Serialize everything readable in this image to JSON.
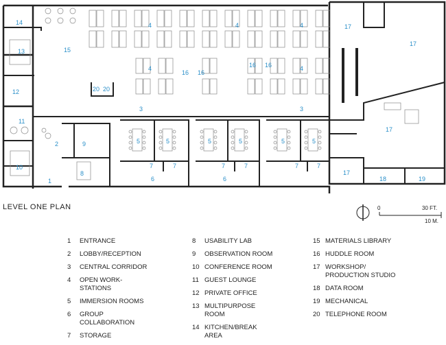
{
  "title": "LEVEL ONE PLAN",
  "scale": {
    "zero": "0",
    "feet": "30 FT.",
    "meters": "10 M."
  },
  "legend": [
    {
      "num": "1",
      "name": "ENTRANCE"
    },
    {
      "num": "2",
      "name": "LOBBY/RECEPTION"
    },
    {
      "num": "3",
      "name": "CENTRAL CORRIDOR"
    },
    {
      "num": "4",
      "name": "OPEN WORK-\nSTATIONS"
    },
    {
      "num": "5",
      "name": "IMMERSION ROOMS"
    },
    {
      "num": "6",
      "name": "GROUP\nCOLLABORATION"
    },
    {
      "num": "7",
      "name": "STORAGE"
    },
    {
      "num": "8",
      "name": "USABILITY LAB"
    },
    {
      "num": "9",
      "name": "OBSERVATION ROOM"
    },
    {
      "num": "10",
      "name": "CONFERENCE ROOM"
    },
    {
      "num": "11",
      "name": "GUEST LOUNGE"
    },
    {
      "num": "12",
      "name": "PRIVATE OFFICE"
    },
    {
      "num": "13",
      "name": "MULTIPURPOSE\nROOM"
    },
    {
      "num": "14",
      "name": "KITCHEN/BREAK\nAREA"
    },
    {
      "num": "15",
      "name": "MATERIALS LIBRARY"
    },
    {
      "num": "16",
      "name": "HUDDLE ROOM"
    },
    {
      "num": "17",
      "name": "WORKSHOP/\nPRODUCTION STUDIO"
    },
    {
      "num": "18",
      "name": "DATA ROOM"
    },
    {
      "num": "19",
      "name": "MECHANICAL"
    },
    {
      "num": "20",
      "name": "TELEPHONE ROOM"
    }
  ],
  "plan_labels": {
    "l1": "1",
    "l2": "2",
    "l3a": "3",
    "l3b": "3",
    "l4a": "4",
    "l4b": "4",
    "l4c": "4",
    "l4d": "4",
    "l4e": "4",
    "l5a": "5",
    "l5b": "5",
    "l5c": "5",
    "l5d": "5",
    "l5e": "5",
    "l5f": "5",
    "l6a": "6",
    "l6b": "6",
    "l7a": "7",
    "l7b": "7",
    "l7c": "7",
    "l7d": "7",
    "l7e": "7",
    "l7f": "7",
    "l8": "8",
    "l9": "9",
    "l10": "10",
    "l11": "11",
    "l12": "12",
    "l13": "13",
    "l14": "14",
    "l15": "15",
    "l16a": "16",
    "l16b": "16",
    "l16c": "16",
    "l16d": "16",
    "l17a": "17",
    "l17b": "17",
    "l17c": "17",
    "l17d": "17",
    "l18": "18",
    "l19": "19",
    "l20a": "20",
    "l20b": "20"
  }
}
